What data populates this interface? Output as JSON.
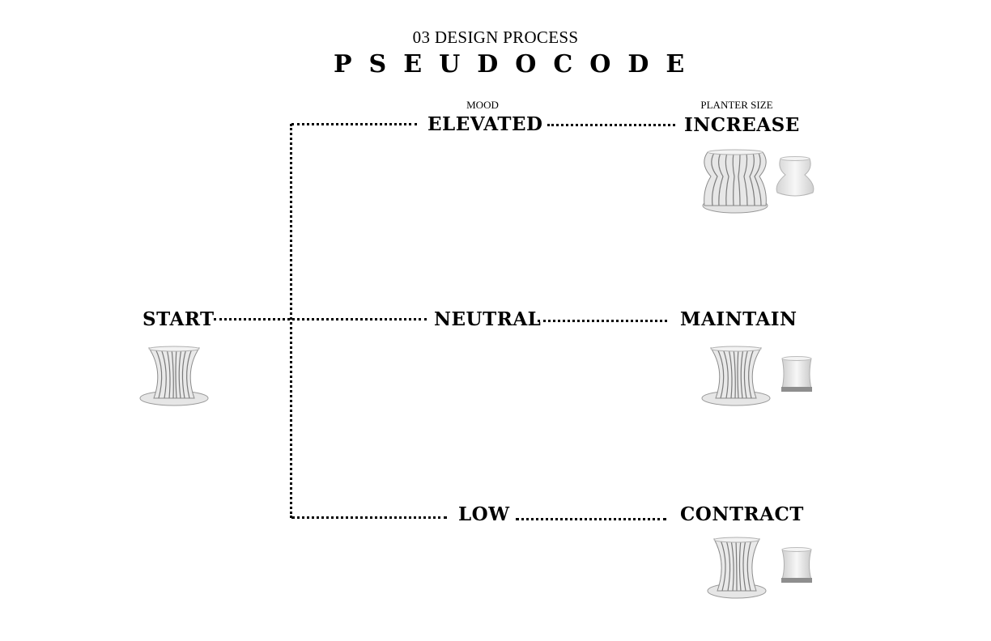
{
  "header": {
    "subtitle": "03 DESIGN PROCESS",
    "title": "PSEUDOCODE"
  },
  "columns": {
    "mood_label": "MOOD",
    "planter_label": "PLANTER SIZE"
  },
  "nodes": {
    "start": "START",
    "mood": [
      "ELEVATED",
      "NEUTRAL",
      "LOW"
    ],
    "planter": [
      "INCREASE",
      "MAINTAIN",
      "CONTRACT"
    ]
  },
  "images": [
    "start-ribbed-planter",
    "increase-ribbed-planter",
    "increase-solid-planter",
    "maintain-ribbed-planter",
    "maintain-solid-planter",
    "contract-ribbed-planter",
    "contract-solid-planter"
  ]
}
